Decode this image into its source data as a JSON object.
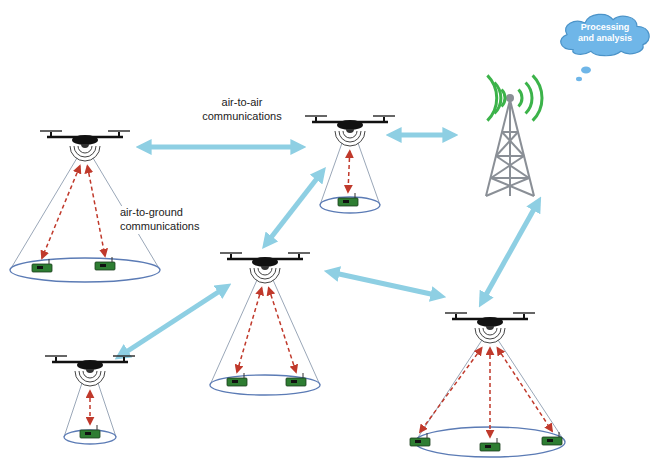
{
  "diagram": {
    "nodes": [
      {
        "text": [
          "Processing and analysis"
        ]
      }
    ],
    "labels": [
      "air-to-air communications",
      "air-to-ground communications"
    ]
  }
}
